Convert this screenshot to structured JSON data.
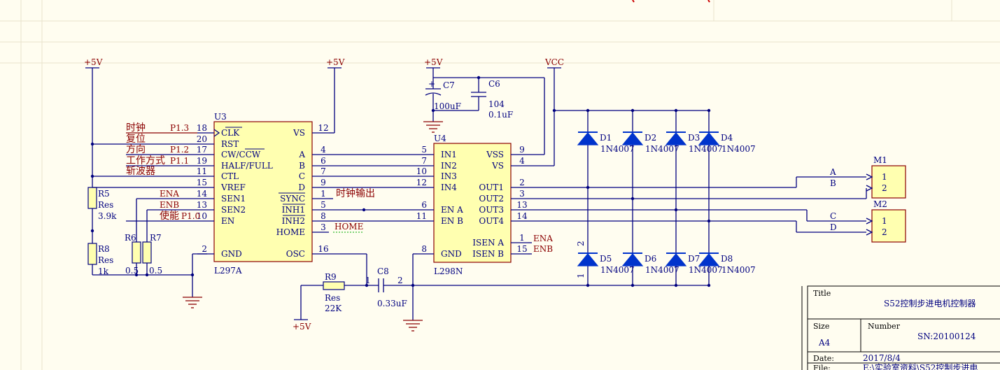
{
  "power": {
    "p5v_left": "+5V",
    "p5v_u3": "+5V",
    "p5v_caps": "+5V",
    "vcc": "VCC",
    "p5v_bottom": "+5V"
  },
  "u3": {
    "ref": "U3",
    "part": "L297A",
    "left_pins": [
      {
        "num": "18",
        "name": "CLK"
      },
      {
        "num": "20",
        "name": "RST"
      },
      {
        "num": "17",
        "name": "CW/CCW"
      },
      {
        "num": "19",
        "name": "HALF/FULL"
      },
      {
        "num": "11",
        "name": "CTL"
      },
      {
        "num": "15",
        "name": "VREF"
      },
      {
        "num": "14",
        "name": "SEN1"
      },
      {
        "num": "13",
        "name": "SEN2"
      },
      {
        "num": "10",
        "name": "EN"
      },
      {
        "num": "2",
        "name": "GND"
      }
    ],
    "right_pins": [
      {
        "num": "12",
        "name": "VS"
      },
      {
        "num": "4",
        "name": "A"
      },
      {
        "num": "6",
        "name": "B"
      },
      {
        "num": "7",
        "name": "C"
      },
      {
        "num": "9",
        "name": "D"
      },
      {
        "num": "1",
        "name": "SYNC"
      },
      {
        "num": "5",
        "name": "INH1"
      },
      {
        "num": "8",
        "name": "INH2"
      },
      {
        "num": "3",
        "name": "HOME"
      },
      {
        "num": "16",
        "name": "OSC"
      }
    ]
  },
  "u4": {
    "ref": "U4",
    "part": "L298N",
    "left_pins": [
      {
        "num": "5",
        "name": "IN1"
      },
      {
        "num": "7",
        "name": "IN2"
      },
      {
        "num": "10",
        "name": "IN3"
      },
      {
        "num": "12",
        "name": "IN4"
      },
      {
        "num": "6",
        "name": "EN A"
      },
      {
        "num": "11",
        "name": "EN B"
      },
      {
        "num": "8",
        "name": "GND"
      }
    ],
    "right_pins": [
      {
        "num": "9",
        "name": "VSS"
      },
      {
        "num": "4",
        "name": "VS"
      },
      {
        "num": "2",
        "name": "OUT1"
      },
      {
        "num": "3",
        "name": "OUT2"
      },
      {
        "num": "13",
        "name": "OUT3"
      },
      {
        "num": "14",
        "name": "OUT4"
      },
      {
        "num": "1",
        "name": "ISEN A"
      },
      {
        "num": "15",
        "name": "ISEN B"
      }
    ]
  },
  "signals": {
    "clock_cn": "时钟",
    "clock_port": "P1.3",
    "reset_cn": "复位",
    "dir_cn": "方向",
    "dir_port": "P1.2",
    "mode_cn": "工作方式",
    "mode_port": "P1.1",
    "chopper_cn": "斩波器",
    "ena": "ENA",
    "enb": "ENB",
    "enable_cn": "使能",
    "enable_port": "P1.0",
    "clock_out_cn": "时钟输出",
    "home": "HOME",
    "isen_ena": "ENA",
    "isen_enb": "ENB",
    "net_a": "A",
    "net_b": "B",
    "net_c": "C",
    "net_d": "D"
  },
  "resistors": {
    "r5": {
      "ref": "R5",
      "type": "Res",
      "value": "3.9k"
    },
    "r8": {
      "ref": "R8",
      "type": "Res",
      "value": "1k"
    },
    "r6": {
      "ref": "R6",
      "value": "0.5"
    },
    "r7": {
      "ref": "R7",
      "value": "0.5"
    },
    "r9": {
      "ref": "R9",
      "type": "Res",
      "value": "22K"
    }
  },
  "capacitors": {
    "c7": {
      "ref": "C7",
      "value": "100uF"
    },
    "c6": {
      "ref": "C6",
      "code": "104",
      "value": "0.1uF"
    },
    "c8": {
      "ref": "C8",
      "value": "0.33uF",
      "pin1": "1",
      "pin2": "2"
    }
  },
  "diodes": {
    "top": [
      {
        "ref": "D1",
        "part": "1N4007"
      },
      {
        "ref": "D2",
        "part": "1N4007"
      },
      {
        "ref": "D3",
        "part": "1N4007"
      },
      {
        "ref": "D4",
        "part": "1N4007"
      }
    ],
    "bottom": [
      {
        "ref": "D5",
        "part": "1N4007"
      },
      {
        "ref": "D6",
        "part": "1N4007"
      },
      {
        "ref": "D7",
        "part": "1N4007"
      },
      {
        "ref": "D8",
        "part": "1N4007"
      }
    ],
    "d5_pin_top": "2",
    "d5_pin_bottom": "1"
  },
  "motors": {
    "m1": {
      "ref": "M1",
      "pin1": "1",
      "pin2": "2"
    },
    "m2": {
      "ref": "M2",
      "pin1": "1",
      "pin2": "2"
    }
  },
  "title_block": {
    "title_label": "Title",
    "title_value": "S52控制步进电机控制器",
    "size_label": "Size",
    "size_value": "A4",
    "number_label": "Number",
    "number_value": "SN:20100124",
    "date_label": "Date:",
    "date_value": "2017/8/4",
    "file_label": "File:",
    "file_value": "E:\\实验室资料\\S52控制步进电"
  },
  "colors": {
    "wire": "#00007f",
    "label": "#8b0000",
    "chip_fill": "#ffffb0",
    "diode": "#0033cc",
    "background": "#fffdf0"
  }
}
